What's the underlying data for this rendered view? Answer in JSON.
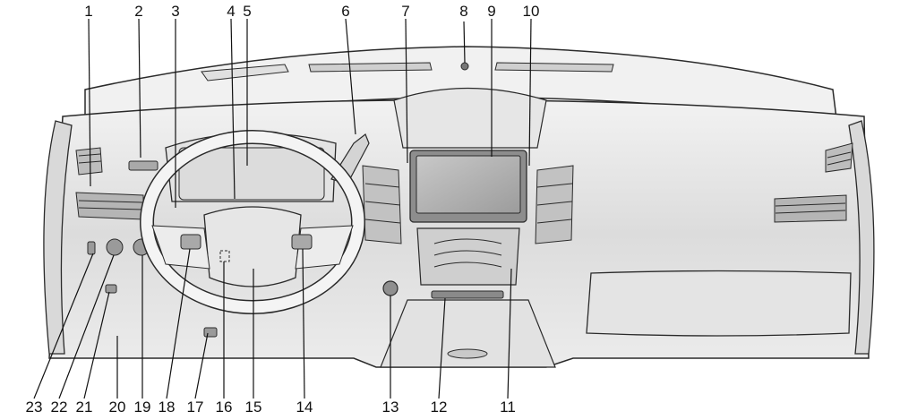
{
  "callouts_top": [
    "1",
    "2",
    "3",
    "4",
    "5",
    "6",
    "7",
    "8",
    "9",
    "10"
  ],
  "callouts_bottom": [
    "23",
    "22",
    "21",
    "20",
    "19",
    "18",
    "17",
    "16",
    "15",
    "14",
    "13",
    "12",
    "11"
  ],
  "colors": {
    "stroke": "#2a2a2a",
    "body": "#e9e9e9",
    "shade": "#cfcfcf",
    "dark": "#9a9a9a",
    "leader": "#111111"
  }
}
